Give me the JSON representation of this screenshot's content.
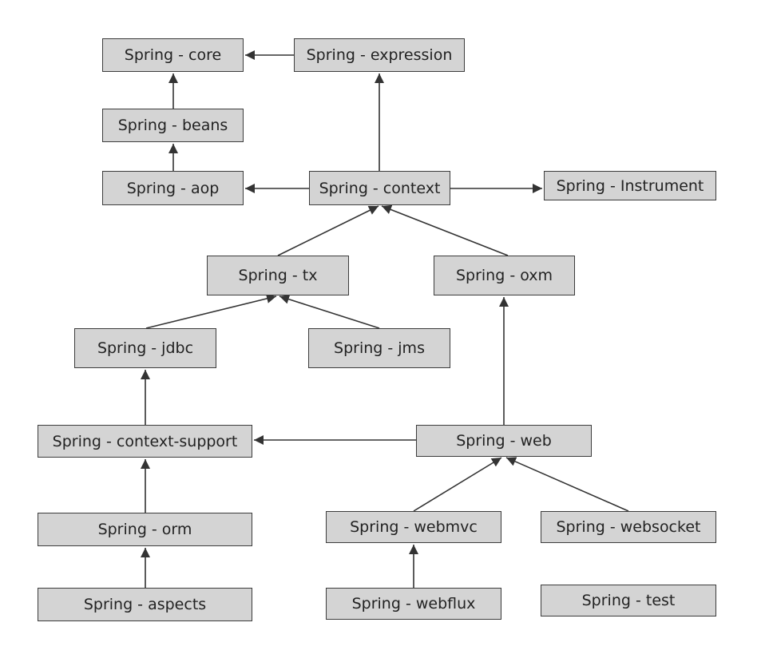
{
  "nodes": {
    "core": "Spring - core",
    "expression": "Spring - expression",
    "beans": "Spring - beans",
    "aop": "Spring - aop",
    "context": "Spring - context",
    "instrument": "Spring - Instrument",
    "tx": "Spring - tx",
    "oxm": "Spring - oxm",
    "jdbc": "Spring - jdbc",
    "jms": "Spring - jms",
    "context_support": "Spring - context-support",
    "web": "Spring - web",
    "orm": "Spring - orm",
    "webmvc": "Spring - webmvc",
    "websocket": "Spring - websocket",
    "aspects": "Spring - aspects",
    "webflux": "Spring - webflux",
    "test": "Spring - test"
  },
  "colors": {
    "box_fill": "#d4d4d4",
    "box_border": "#3c3c3c",
    "edge": "#333333"
  }
}
